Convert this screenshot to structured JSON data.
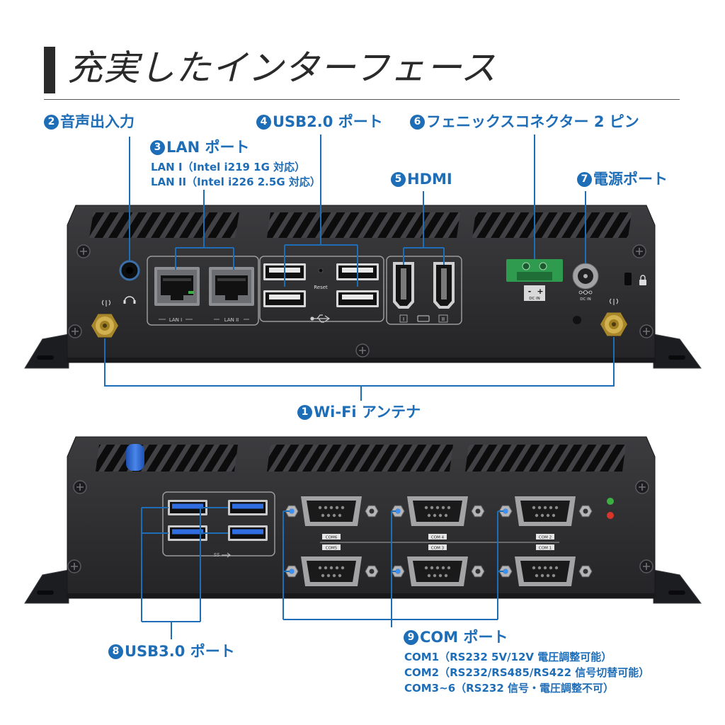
{
  "title": "充実したインターフェース",
  "colors": {
    "accent": "#1e6db7",
    "usb3_blue": "#2f6de0",
    "phoenix_green": "#2e9b4e",
    "led_green": "#3cb043",
    "led_red": "#d9352a",
    "antenna_gold": "#b8932c"
  },
  "callouts": {
    "wifi": {
      "num": "1",
      "label": "Wi-Fi アンテナ"
    },
    "audio": {
      "num": "2",
      "label": "音声出入力"
    },
    "lan": {
      "num": "3",
      "label": "LAN ポート",
      "details": [
        "LAN I（Intel i219 1G 対応）",
        "LAN II（Intel i226 2.5G 対応）"
      ]
    },
    "usb2": {
      "num": "4",
      "label": "USB2.0 ポート"
    },
    "hdmi": {
      "num": "5",
      "label": "HDMI"
    },
    "phoenix": {
      "num": "6",
      "label": "フェニックスコネクター 2 ピン"
    },
    "power": {
      "num": "7",
      "label": "電源ポート"
    },
    "usb3": {
      "num": "8",
      "label": "USB3.0 ポート"
    },
    "com": {
      "num": "9",
      "label": "COM ポート",
      "details": [
        "COM1（RS232 5V/12V 電圧調整可能）",
        "COM2（RS232/RS485/RS422 信号切替可能）",
        "COM3~6（RS232 信号・電圧調整不可）"
      ]
    }
  },
  "front_panel": {
    "lan_port_labels": [
      "LAN I",
      "LAN II"
    ],
    "reset_label": "Reset",
    "hdmi_port_labels": [
      "I",
      "II"
    ],
    "phoenix_polarity": {
      "minus": "-",
      "plus": "+"
    },
    "phoenix_label": "DC IN",
    "dc_jack_label": "DC IN",
    "icons": [
      "headphone-icon",
      "antenna-icon",
      "usb-icon",
      "hdmi-icon",
      "dc-polarity-icon",
      "lock-icon"
    ]
  },
  "rear_panel": {
    "usb3_logo": "SS",
    "com_labels_top": [
      "COM6",
      "COM 4",
      "COM 2"
    ],
    "com_labels_bottom": [
      "COM5",
      "COM 3",
      "COM 1"
    ],
    "icons": [
      "usb3-ss-icon",
      "status-led-icon"
    ]
  }
}
